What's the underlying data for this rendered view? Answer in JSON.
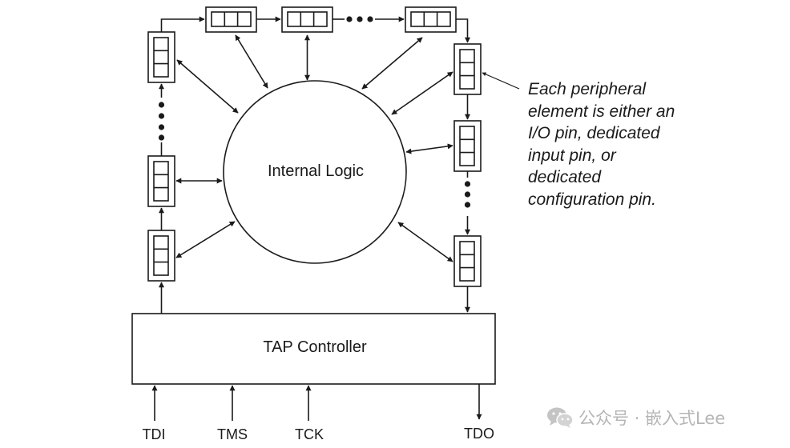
{
  "diagram": {
    "core_label": "Internal Logic",
    "controller_label": "TAP Controller",
    "inputs": [
      "TDI",
      "TMS",
      "TCK"
    ],
    "output": "TDO",
    "annotation": [
      "Each peripheral",
      "element is either an",
      "I/O pin, dedicated",
      "input pin, or",
      "dedicated",
      "configuration pin."
    ]
  },
  "watermark": {
    "text": "公众号 · 嵌入式Lee",
    "icon": "wechat-icon"
  },
  "colors": {
    "ink": "#1a1a1a",
    "watermark": "#b5b5b5"
  }
}
